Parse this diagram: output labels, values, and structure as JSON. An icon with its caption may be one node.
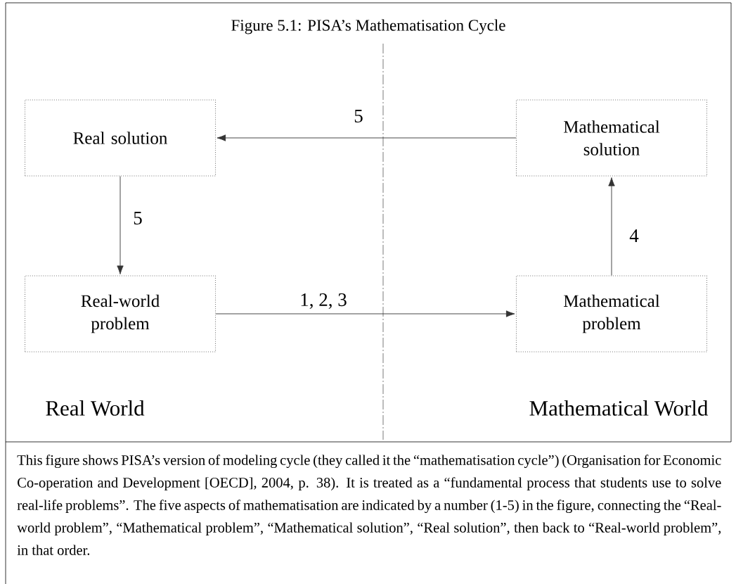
{
  "diagram": {
    "title": "Figure 5.1: PISA’s Mathematisation Cycle",
    "caption": "This figure shows PISA’s version of modeling cycle (they called it the “mathematisation cycle”) (Organisation for Economic Co-operation and Development [OECD], 2004, p. 38). It is treated as a “fundamental process that students use to solve real-life problems”. The five aspects of mathematisation are indicated by a number (1-5) in the figure, connecting the “Real-world problem”, “Mathematical problem”, “Mathematical solution”, “Real solution”, then back to “Real-world problem”, in that order.",
    "nodes": [
      {
        "text": [
          "Real solution"
        ]
      },
      {
        "text": [
          "Mathematical solution"
        ]
      },
      {
        "text": [
          "Real-world problem"
        ]
      },
      {
        "text": [
          "Mathematical problem"
        ]
      }
    ],
    "edges": [
      {
        "from": 2,
        "to": 3,
        "arrow": "to",
        "label": "1, 2, 3"
      },
      {
        "from": 3,
        "to": 1,
        "arrow": "to",
        "label": "4"
      },
      {
        "from": 1,
        "to": 0,
        "arrow": "to",
        "label": "5"
      },
      {
        "from": 0,
        "to": 2,
        "arrow": "to",
        "label": "5"
      }
    ],
    "labels": [
      "Real World",
      "Mathematical World"
    ]
  }
}
